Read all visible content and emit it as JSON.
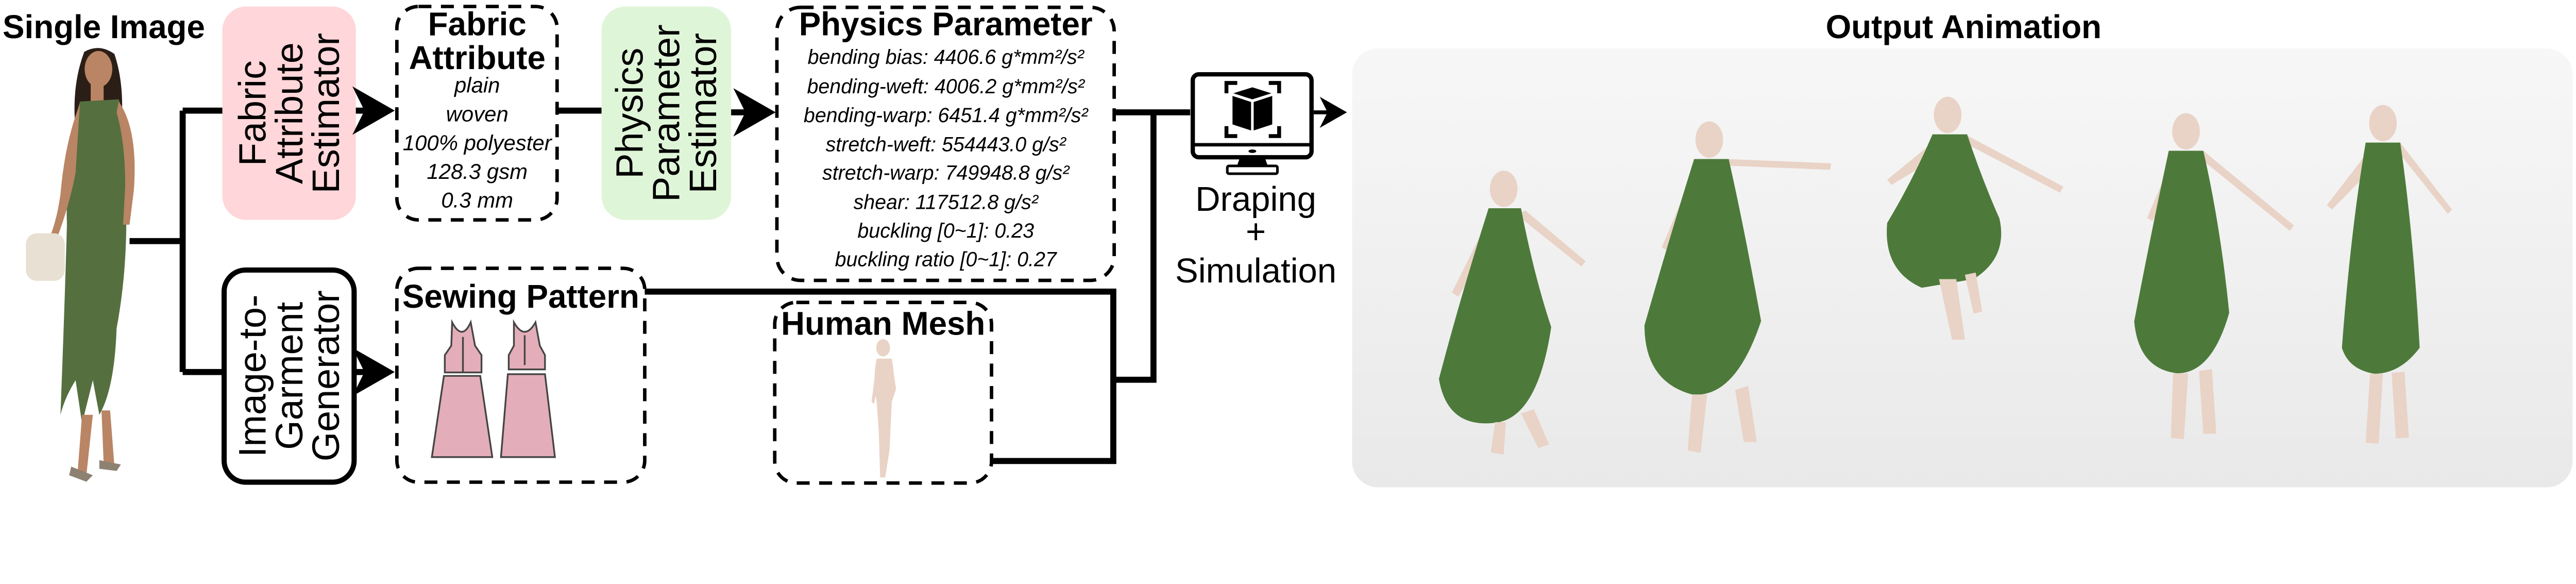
{
  "input": {
    "title": "Single Image"
  },
  "fabric_estimator": {
    "lines": [
      "Fabric",
      "Attribute",
      "Estimator"
    ],
    "color": "#ffd6d9"
  },
  "fabric_attribute": {
    "title_lines": [
      "Fabric",
      "Attribute"
    ],
    "values": [
      "plain",
      "woven",
      "100% polyester",
      "128.3 gsm",
      "0.3 mm"
    ]
  },
  "physics_estimator": {
    "lines": [
      "Physics",
      "Parameter",
      "Estimator"
    ],
    "color": "#dff5d8"
  },
  "physics_parameter": {
    "title": "Physics Parameter",
    "values": [
      "bending bias: 4406.6 g*mm²/s²",
      "bending-weft: 4006.2 g*mm²/s²",
      "bending-warp: 6451.4 g*mm²/s²",
      "stretch-weft: 554443.0 g/s²",
      "stretch-warp: 749948.8 g/s²",
      "shear: 117512.8 g/s²",
      "buckling [0~1]: 0.23",
      "buckling ratio [0~1]: 0.27"
    ]
  },
  "garment_generator": {
    "lines": [
      "Image-to-",
      "Garment",
      "Generator"
    ]
  },
  "sewing_pattern": {
    "title": "Sewing Pattern",
    "color": "#e3aeb9"
  },
  "human_mesh": {
    "title": "Human Mesh"
  },
  "simulation": {
    "lines": [
      "Draping",
      "+",
      "Simulation"
    ],
    "icon": "monitor-cube-icon"
  },
  "output": {
    "title": "Output Animation",
    "frame_count": 5
  }
}
